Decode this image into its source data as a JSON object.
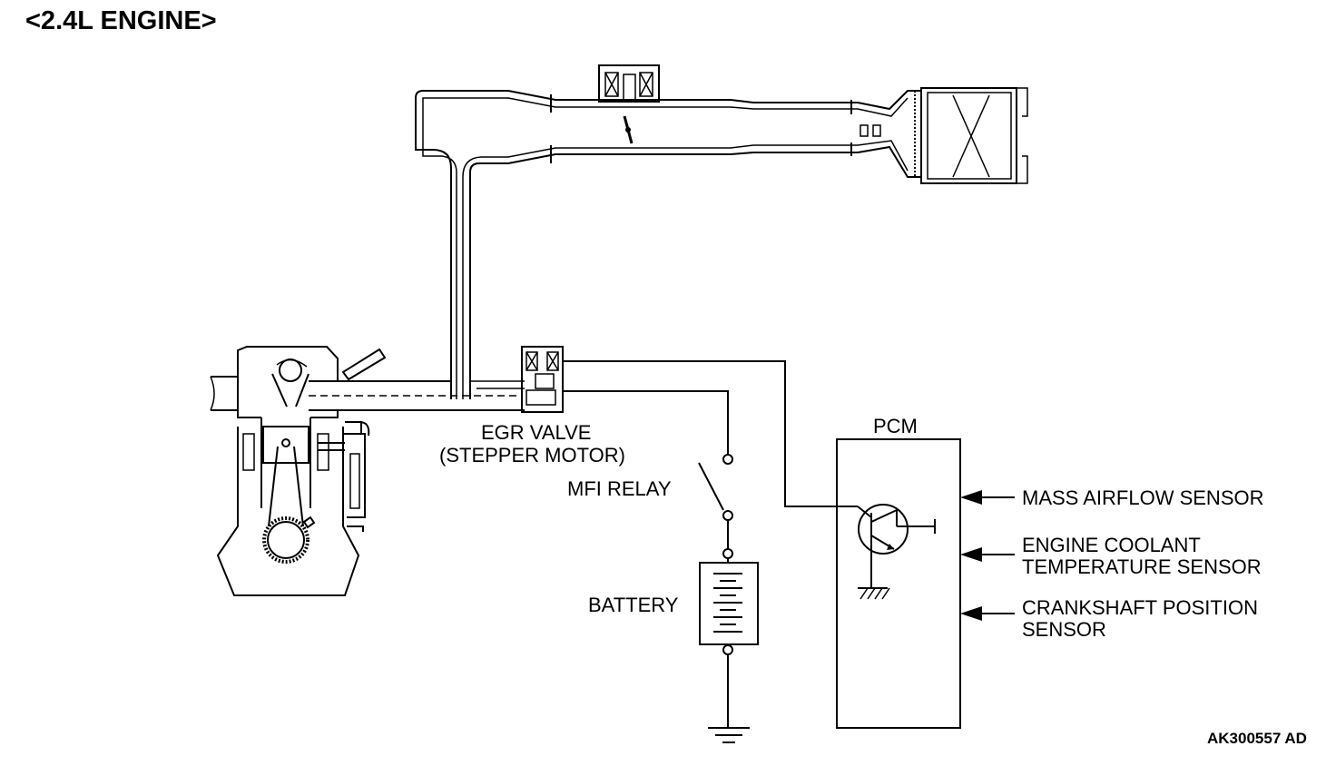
{
  "title": "<2.4L ENGINE>",
  "labels": {
    "egr_valve_line1": "EGR VALVE",
    "egr_valve_line2": "(STEPPER MOTOR)",
    "mfi_relay": "MFI RELAY",
    "battery": "BATTERY",
    "pcm": "PCM",
    "sensor_maf": "MASS AIRFLOW SENSOR",
    "sensor_ect_line1": "ENGINE COOLANT",
    "sensor_ect_line2": "TEMPERATURE SENSOR",
    "sensor_ckp_line1": "CRANKSHAFT POSITION",
    "sensor_ckp_line2": "SENSOR"
  },
  "figure_code": "AK300557 AD"
}
